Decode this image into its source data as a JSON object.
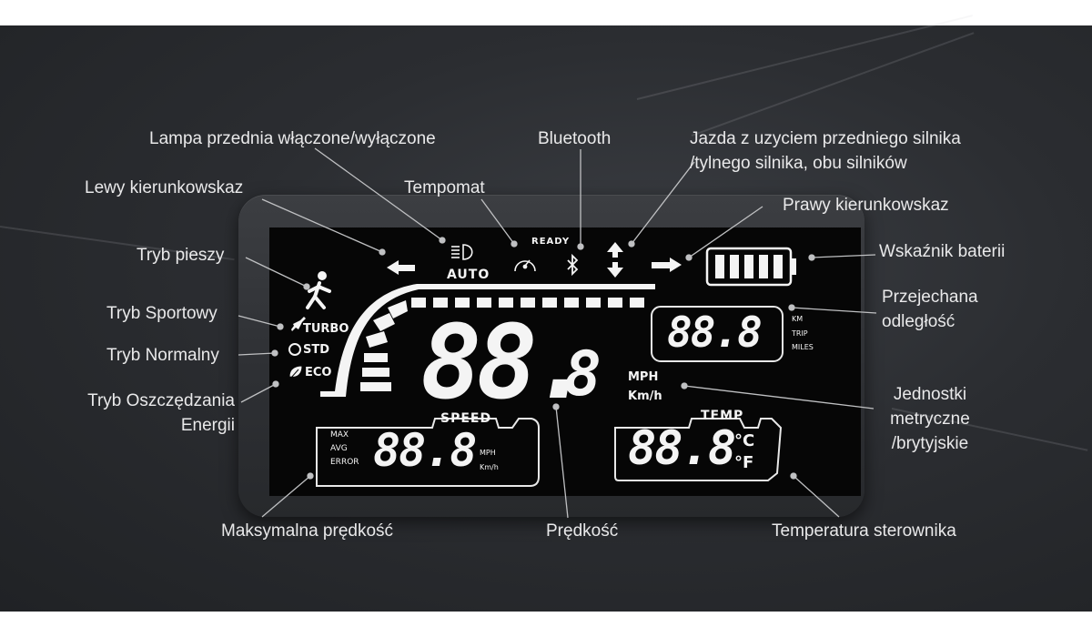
{
  "callouts": {
    "headlight": "Lampa przednia włączone/wyłączone",
    "left_turn": "Lewy kierunkowskaz",
    "cruise": "Tempomat",
    "bluetooth": "Bluetooth",
    "motor_drive": "Jazda z uzyciem przedniego silnika\n/tylnego silnika, obu silników",
    "right_turn": "Prawy kierunkowskaz",
    "battery": "Wskaźnik baterii",
    "walk_mode": "Tryb pieszy",
    "sport_mode": "Tryb Sportowy",
    "normal_mode": "Tryb Normalny",
    "eco_mode": "Tryb Oszczędzania\nEnergii",
    "distance": "Przejechana\nodległość",
    "units": "Jednostki\nmetryczne\n/brytyjskie",
    "max_speed": "Maksymalna prędkość",
    "speed": "Prędkość",
    "controller_temp": "Temperatura sterownika"
  },
  "lcd": {
    "auto": "AUTO",
    "ready": "READY",
    "turbo": "TURBO",
    "std": "STD",
    "eco": "ECO",
    "speed_digits": "88.",
    "speed_decimal": "8",
    "mph": "MPH",
    "kmh": "Km/h",
    "odo_digits": "88.8",
    "odo_units": [
      "KM",
      "TRIP",
      "MILES"
    ],
    "speed_box_title": "SPEED",
    "stats_labels": [
      "MAX",
      "AVG",
      "ERROR"
    ],
    "stats_digits": "88.8",
    "stats_mph": "MPH",
    "stats_kmh": "Km/h",
    "temp_box_title": "TEMP",
    "temp_digits": "88.8",
    "temp_c": "°C",
    "temp_f": "°F",
    "battery_bars": 5
  },
  "icons": [
    "headlight-icon",
    "cruise-control-icon",
    "bluetooth-icon",
    "up-down-arrows-icon",
    "left-arrow-icon",
    "right-arrow-icon",
    "battery-icon",
    "walking-person-icon",
    "turbo-icon",
    "std-icon",
    "eco-leaf-icon"
  ],
  "colors": {
    "background": "#2b2d31",
    "lcd": "#060606",
    "segment": "#f4f4f4",
    "label": "#e9e9ea",
    "leader": "#bfc0c2"
  }
}
